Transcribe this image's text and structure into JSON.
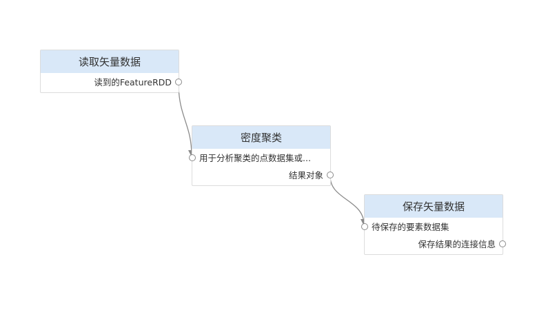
{
  "nodes": {
    "read": {
      "title": "读取矢量数据",
      "outputs": [
        "读到的FeatureRDD"
      ]
    },
    "cluster": {
      "title": "密度聚类",
      "inputs": [
        "用于分析聚类的点数据集或..."
      ],
      "outputs": [
        "结果对象"
      ]
    },
    "save": {
      "title": "保存矢量数据",
      "inputs": [
        "待保存的要素数据集"
      ],
      "outputs": [
        "保存结果的连接信息"
      ]
    }
  },
  "colors": {
    "header": "#d9e8f8",
    "edge": "#8a8a8a"
  }
}
